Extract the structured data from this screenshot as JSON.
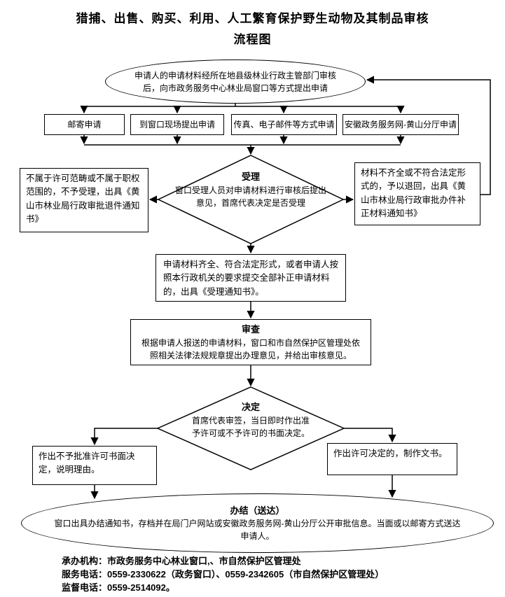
{
  "title": {
    "line1": "猎捕、出售、购买、利用、人工繁育保护野生动物及其制品审核",
    "line2": "流程图"
  },
  "nodes": {
    "start": {
      "text": "申请人的申请材料经所在地县级林业行政主管部门审核后，向市政务服务中心林业局窗口等方式提出申请"
    },
    "channels": [
      {
        "label": "邮寄申请"
      },
      {
        "label": "到窗口现场提出申请"
      },
      {
        "label": "传真、电子邮件等方式申请"
      },
      {
        "label": "安徽政务服务网-黄山分厅申请"
      }
    ],
    "accept": {
      "title": "受理",
      "text": "窗口受理人员对申请材料进行审核后提出意见，首席代表决定是否受理"
    },
    "reject": {
      "text": "不属于许可范畴或不属于职权范围的，不予受理，出具《黄山市林业局行政审批退件通知书》"
    },
    "supplement": {
      "text": "材料不齐全或不符合法定形式的，予以退回，出具《黄山市林业局行政审批办件补正材料通知书》"
    },
    "accepted": {
      "text": "申请材料齐全、符合法定形式，或者申请人按照本行政机关的要求提交全部补正申请材料的，出具《受理通知书》。"
    },
    "review": {
      "title": "审查",
      "text": "根据申请人报送的申请材料，窗口和市自然保护区管理处依照相关法律法规规章提出办理意见，并给出审核意见。"
    },
    "decision": {
      "title": "决定",
      "text": "首席代表审签，当日即时作出准予许可或不予许可的书面决定。"
    },
    "deny": {
      "text": "作出不予批准许可书面决定，说明理由。"
    },
    "grant": {
      "text": "作出许可决定的，制作文书。"
    },
    "end": {
      "title": "办结（送达）",
      "text": "窗口出具办结通知书，存档并在局门户网站或安徽政务服务网-黄山分厅公开审批信息。当面或以邮寄方式送达申请人。"
    }
  },
  "footer": {
    "line1": "承办机构：市政务服务中心林业窗口,、市自然保护区管理处",
    "line2": "服务电话：0559-2330622（政务窗口）、0559-2342605（市自然保护区管理处）",
    "line3": "监督电话：0559-2514092。"
  },
  "colors": {
    "line": "#000000",
    "background": "#ffffff",
    "text": "#000000"
  }
}
